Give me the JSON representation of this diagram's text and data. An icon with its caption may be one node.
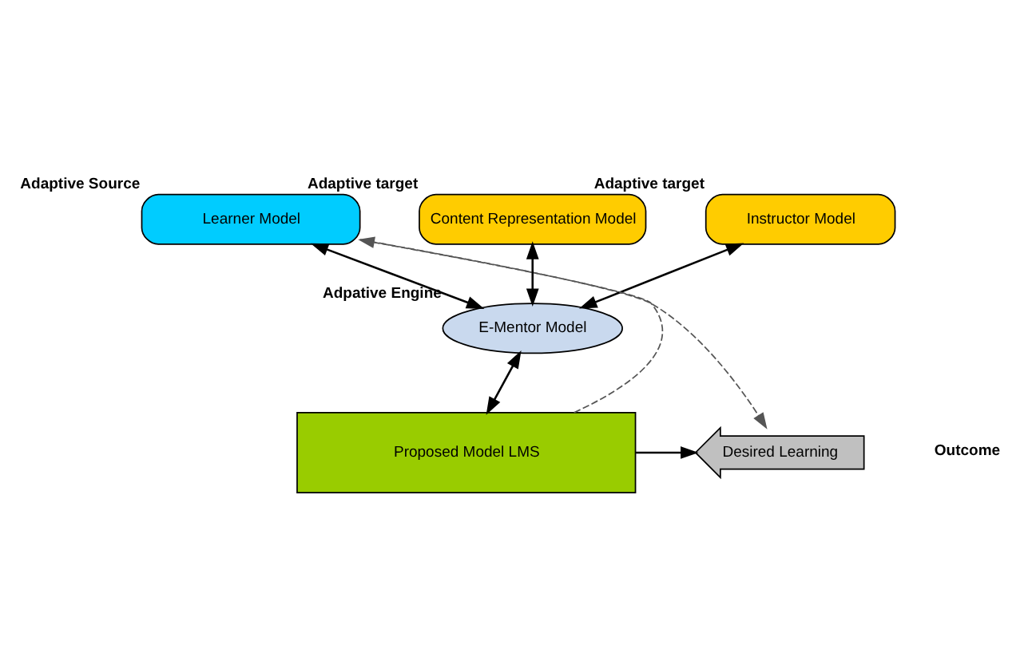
{
  "diagram": {
    "nodes": [
      {
        "text": [
          "Learner Model"
        ],
        "beside": [
          "Adaptive Source"
        ]
      },
      {
        "text": [
          "Content Representation Model"
        ],
        "beside": [
          "Adaptive target"
        ]
      },
      {
        "text": [
          "Instructor Model"
        ],
        "beside": [
          "Adaptive target"
        ]
      },
      {
        "text": [
          "E-Mentor Model"
        ],
        "beside": [
          "Adpative Engine"
        ]
      },
      {
        "text": [
          "Proposed Model LMS"
        ]
      },
      {
        "text": [
          "Desired Learning"
        ]
      }
    ],
    "edges": [
      {
        "from": 4,
        "to": 0,
        "arrow": "to",
        "style": "dashed"
      },
      {
        "from": 0,
        "to": 5,
        "arrow": "to",
        "style": "dashed"
      },
      {
        "from": 0,
        "to": 3,
        "arrow": "both"
      },
      {
        "from": 1,
        "to": 3,
        "arrow": "both"
      },
      {
        "from": 2,
        "to": 3,
        "arrow": "both"
      },
      {
        "from": 3,
        "to": 4,
        "arrow": "both"
      },
      {
        "from": 4,
        "to": 5,
        "arrow": "to"
      }
    ],
    "labels": [
      "Outcome"
    ]
  }
}
